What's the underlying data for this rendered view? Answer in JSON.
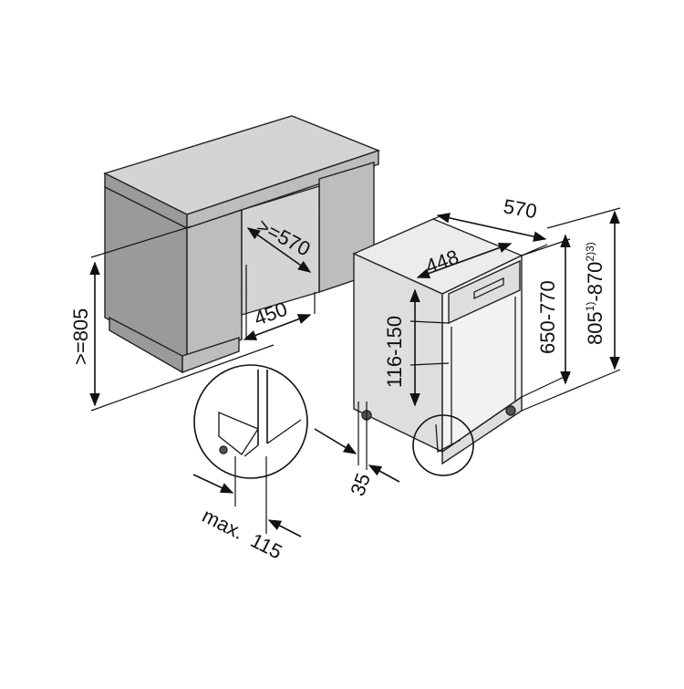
{
  "colors": {
    "cabinet_top": "#d4d4d4",
    "cabinet_front": "#9a9a9a",
    "cabinet_side": "#bdbdbd",
    "appliance_top": "#ececec",
    "appliance_side": "#dedede",
    "appliance_front": "#f2f2f2",
    "line": "#111111"
  },
  "dimensions": {
    "niche_height": ">=805",
    "niche_depth": ">=570",
    "niche_width": "450",
    "depth": "570",
    "width": "448",
    "panel_height": "116-150",
    "body_height": "650-770",
    "total_height_a": "805",
    "total_height_a_note": "1)",
    "total_height_sep": "-870",
    "total_height_b_note": "2)3)",
    "plinth_depth": "35",
    "door_clearance_prefix": "max.",
    "door_clearance_value": "115"
  },
  "icons": {
    "cabinet": "kitchen-cabinet-illustration",
    "appliance": "dishwasher-illustration",
    "detail": "door-plinth-detail-magnifier"
  }
}
